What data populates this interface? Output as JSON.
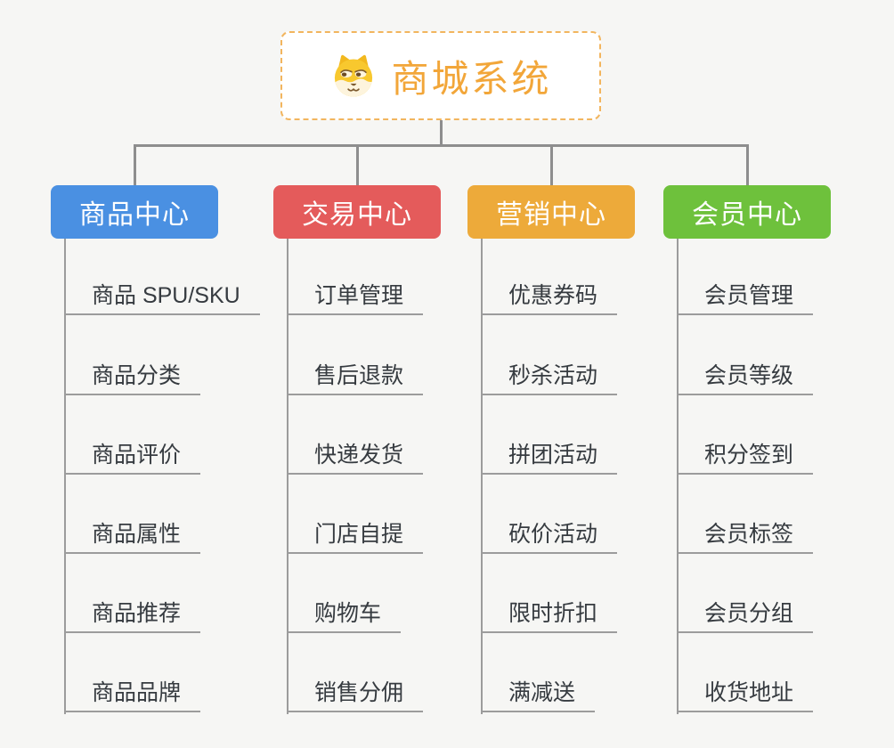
{
  "page": {
    "background": "#f6f6f4",
    "connector_color": "#8e8e8e",
    "underline_color": "#9c9c9c"
  },
  "root": {
    "title": "商城系统",
    "icon": "dog-face-icon",
    "title_color": "#f2a639",
    "border_color": "#f2b55e"
  },
  "branches": [
    {
      "label": "商品中心",
      "color": "#4a90e2",
      "children": [
        "商品 SPU/SKU",
        "商品分类",
        "商品评价",
        "商品属性",
        "商品推荐",
        "商品品牌"
      ]
    },
    {
      "label": "交易中心",
      "color": "#e45b5b",
      "children": [
        "订单管理",
        "售后退款",
        "快递发货",
        "门店自提",
        "购物车",
        "销售分佣"
      ]
    },
    {
      "label": "营销中心",
      "color": "#edaa3a",
      "children": [
        "优惠券码",
        "秒杀活动",
        "拼团活动",
        "砍价活动",
        "限时折扣",
        "满减送"
      ]
    },
    {
      "label": "会员中心",
      "color": "#6ec13c",
      "children": [
        "会员管理",
        "会员等级",
        "积分签到",
        "会员标签",
        "会员分组",
        "收货地址"
      ]
    }
  ]
}
